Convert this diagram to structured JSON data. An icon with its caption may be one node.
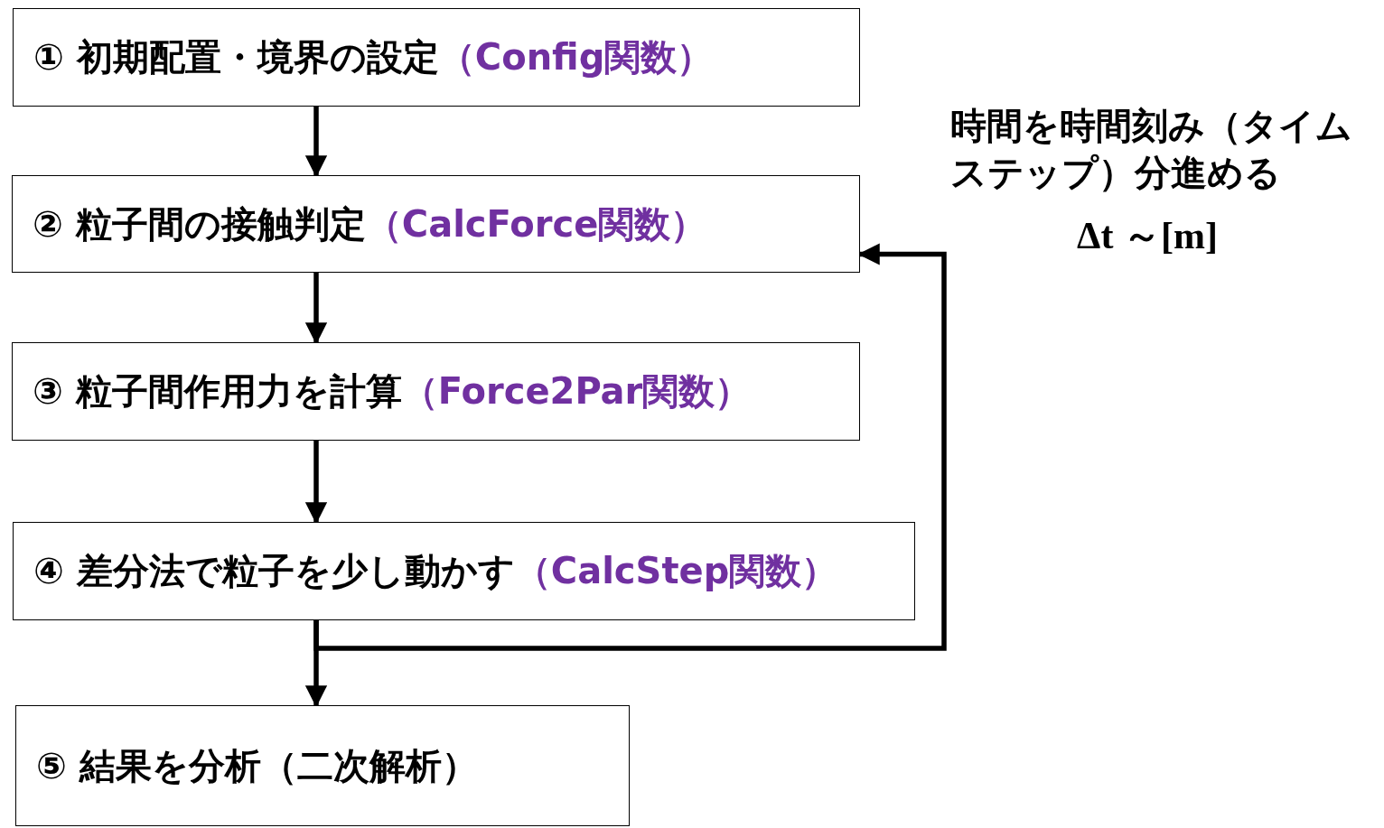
{
  "diagram": {
    "nodes": [
      {
        "text": [
          "① 初期配置・境界の設定",
          "（Config関数）"
        ]
      },
      {
        "text": [
          "② 粒子間の接触判定",
          "（CalcForce関数）"
        ]
      },
      {
        "text": [
          "③ 粒子間作用力を計算",
          "（Force2Par関数）"
        ]
      },
      {
        "text": [
          "④ 差分法で粒子を少し動かす",
          "（CalcStep関数）"
        ]
      },
      {
        "text": [
          "⑤ 結果を分析（二次解析）"
        ]
      }
    ],
    "edges": [
      {
        "from": 0,
        "to": 1,
        "arrow": "to"
      },
      {
        "from": 1,
        "to": 2,
        "arrow": "to"
      },
      {
        "from": 2,
        "to": 3,
        "arrow": "to"
      },
      {
        "from": 3,
        "to": 4,
        "arrow": "to"
      },
      {
        "from": 3,
        "to": 1,
        "arrow": "to"
      }
    ],
    "labels": [
      "時間を時間刻み（タイムステップ）分進める",
      "Δt ～[m]"
    ]
  }
}
